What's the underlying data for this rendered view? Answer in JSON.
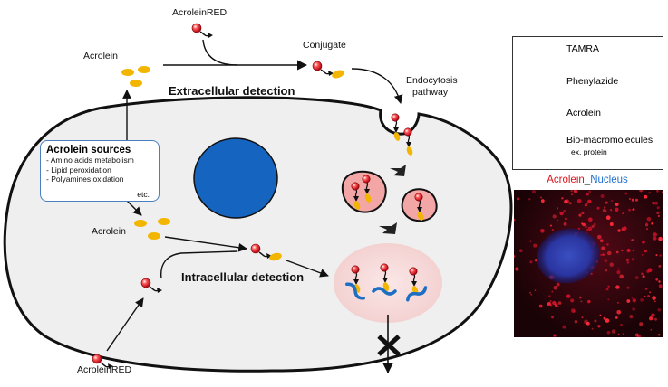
{
  "labels": {
    "acroleinred_top": "AcroleinRED",
    "acrolein_top": "Acrolein",
    "conjugate": "Conjugate",
    "endocytosis": "Endocytosis",
    "pathway": "pathway",
    "extracellular": "Extracellular detection",
    "intracellular": "Intracellular detection",
    "acrolein_inner": "Acrolein",
    "acroleinred_bottom": "AcroleinRED"
  },
  "sources": {
    "title": "Acrolein sources",
    "items": [
      "- Amino acids metabolism",
      "- Lipid peroxidation",
      "- Polyamines oxidation"
    ],
    "etc": "etc."
  },
  "legend": {
    "tamra": "TAMRA",
    "phenylazide": "Phenylazide",
    "acrolein": "Acrolein",
    "biomacro": "Bio-macromolecules",
    "biomacro_sub": "ex. protein"
  },
  "micrograph": {
    "title_part1": "Acrolein",
    "title_sep": "_",
    "title_part2": "Nucleus"
  },
  "colors": {
    "cell_fill": "#efefef",
    "nucleus": "#1565c0",
    "tamra": "#e0121b",
    "acrolein": "#f2b600",
    "protein": "#1c6fc2",
    "endosome": "#f2a6a6",
    "detection_zone": "#f7d9d9",
    "acrolein_stain": "#e0121b",
    "nucleus_stain": "#1f6fd0"
  }
}
